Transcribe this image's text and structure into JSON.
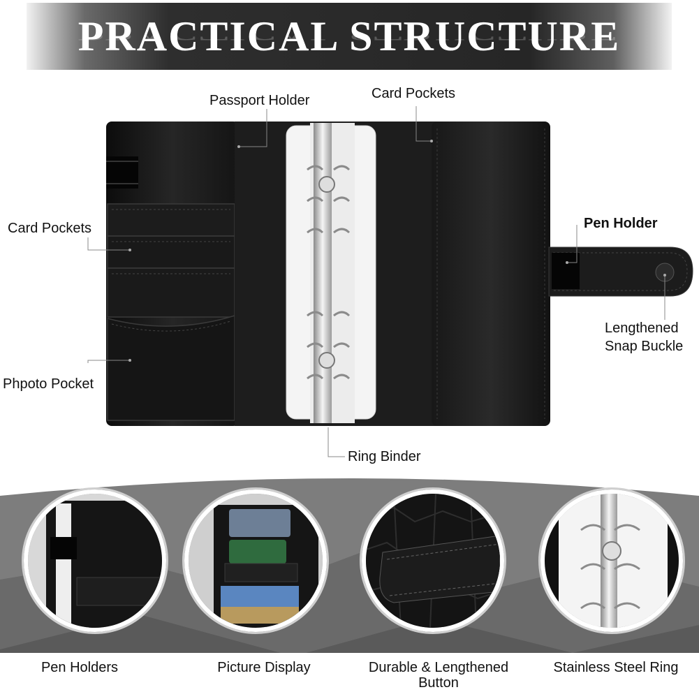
{
  "banner": {
    "title": "PRACTICAL STRUCTURE"
  },
  "callouts": {
    "passport_holder": "Passport Holder",
    "card_pockets_top": "Card Pockets",
    "card_pockets_left": "Card Pockets",
    "pen_holder": "Pen Holder",
    "lengthened_snap_buckle_line1": "Lengthened",
    "lengthened_snap_buckle_line2": "Snap Buckle",
    "photo_pocket": "Phpoto Pocket",
    "ring_binder": "Ring Binder"
  },
  "features": [
    {
      "label": "Pen Holders"
    },
    {
      "label_line1": "Picture Display"
    },
    {
      "label_line1": "Durable & Lengthened",
      "label_line2": "Button"
    },
    {
      "label_line1": "Stainless Steel Ring"
    }
  ],
  "colors": {
    "leather": "#161616",
    "banner": "#2a2a2a",
    "insert": "#f4f4f4",
    "metal": "#c9c9c9"
  }
}
